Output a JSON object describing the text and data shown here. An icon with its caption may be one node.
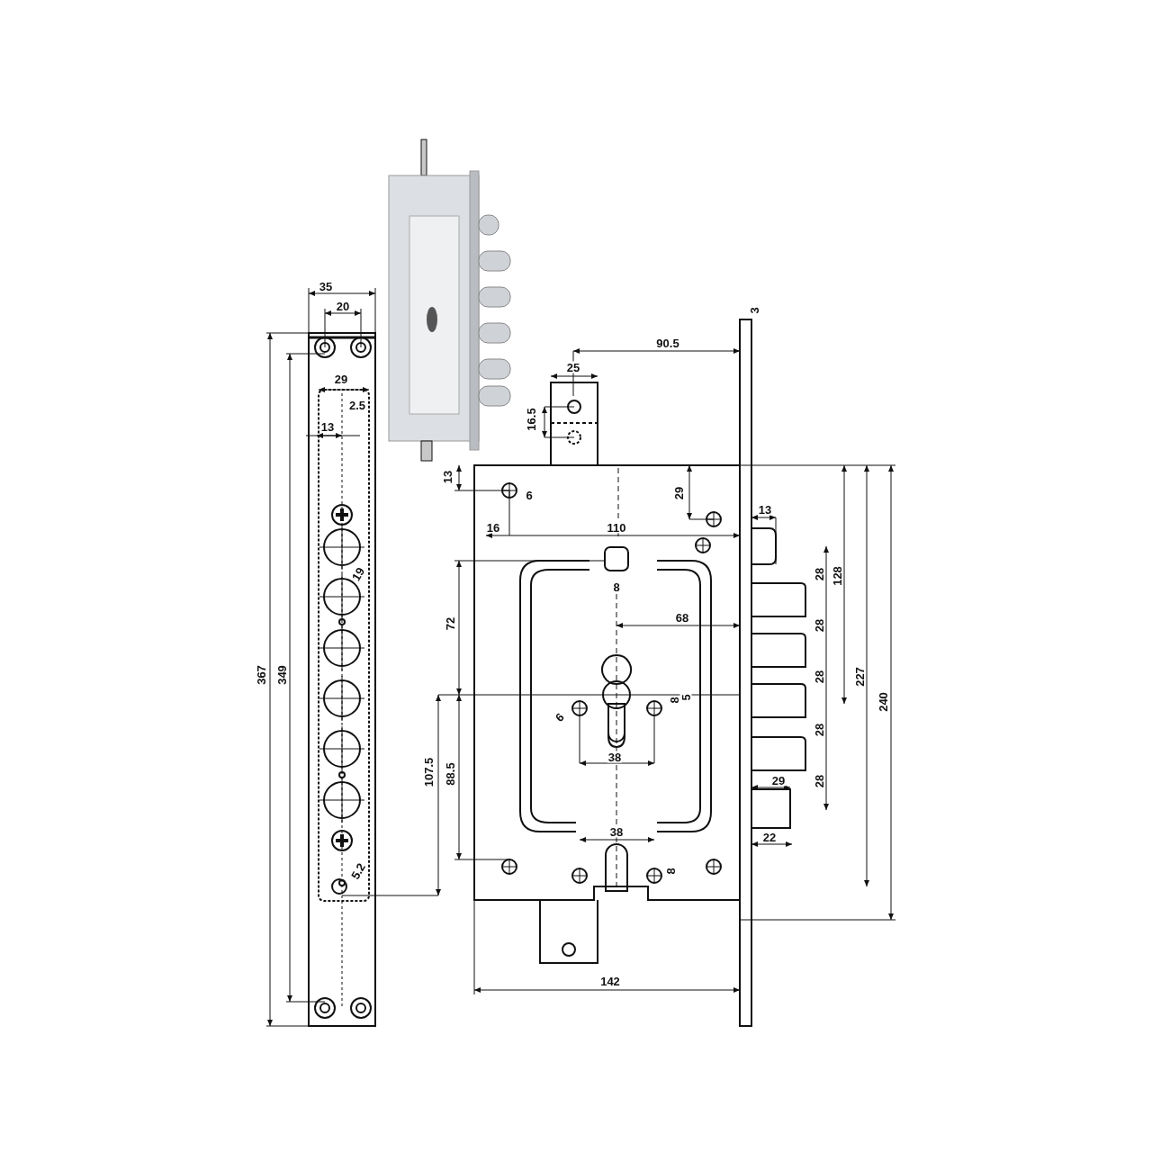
{
  "diagram": {
    "labels": [
      "35",
      "20",
      "3",
      "90.5",
      "25",
      "29",
      "2.5",
      "13",
      "16.5",
      "13",
      "6",
      "29",
      "13",
      "16",
      "110",
      "19",
      "8",
      "28",
      "128",
      "72",
      "68",
      "28",
      "8",
      "5",
      "6",
      "28",
      "227",
      "240",
      "367",
      "349",
      "38",
      "28",
      "107.5",
      "88.5",
      "29",
      "28",
      "38",
      "22",
      "8",
      "5.2",
      "142"
    ]
  }
}
